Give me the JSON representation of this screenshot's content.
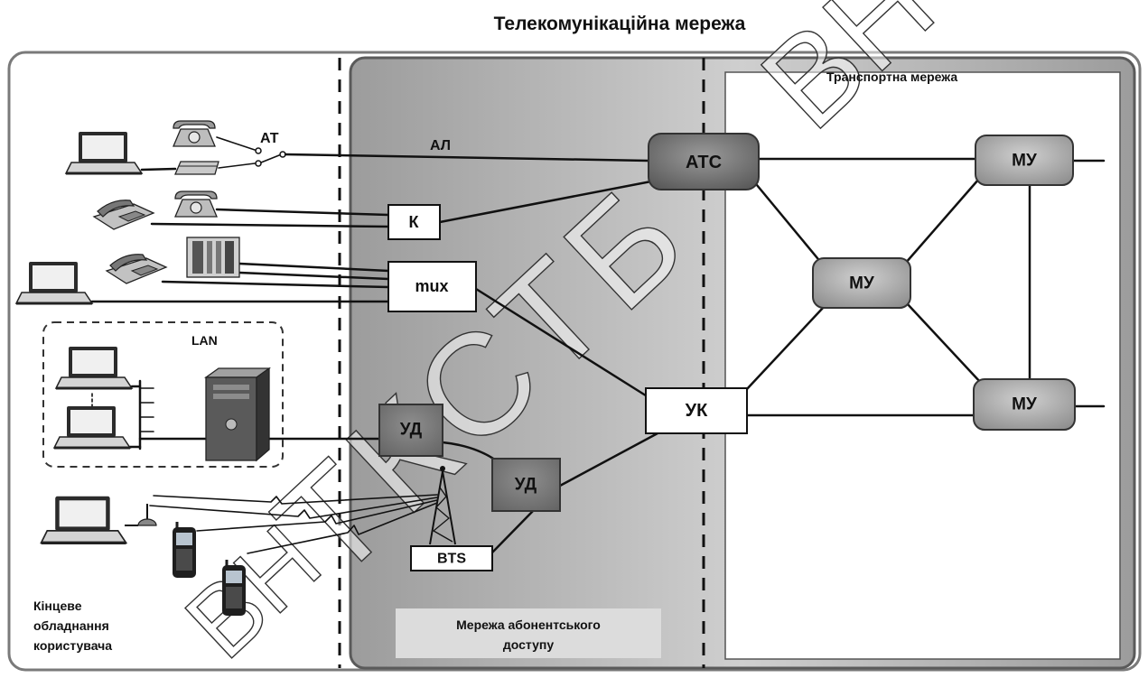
{
  "title": "Телекомунікаційна мережа",
  "regions": {
    "transport_network": "Транспортна мережа",
    "access_network": {
      "line1": "Мережа абонентського",
      "line2": "доступу"
    },
    "user_equipment": {
      "line1": "Кінцеве",
      "line2": "обладнання",
      "line3": "користувача"
    }
  },
  "labels": {
    "subscriber_line": "АЛ",
    "subscriber_terminal": "АТ",
    "lan": "LAN"
  },
  "nodes": {
    "exchange": "АТС",
    "concentrator": "К",
    "multiplexer": "mux",
    "switching_node": "УК",
    "transport_node_top": "МУ",
    "transport_node_middle": "МУ",
    "transport_node_bottom": "МУ",
    "access_device_1": "УД",
    "access_device_2": "УД",
    "base_station": "BTS"
  },
  "watermark": {
    "top": "ВН",
    "middle": "ТКСТБ",
    "bottom": "ВН"
  },
  "colors": {
    "access_network_dark": "#9c9c9c",
    "access_network_light": "#cfcfcf",
    "exchange_node": "#555555",
    "transport_node": "#8a8a8a",
    "access_device_node": "#646464",
    "label_background": "#dcdcdc"
  }
}
